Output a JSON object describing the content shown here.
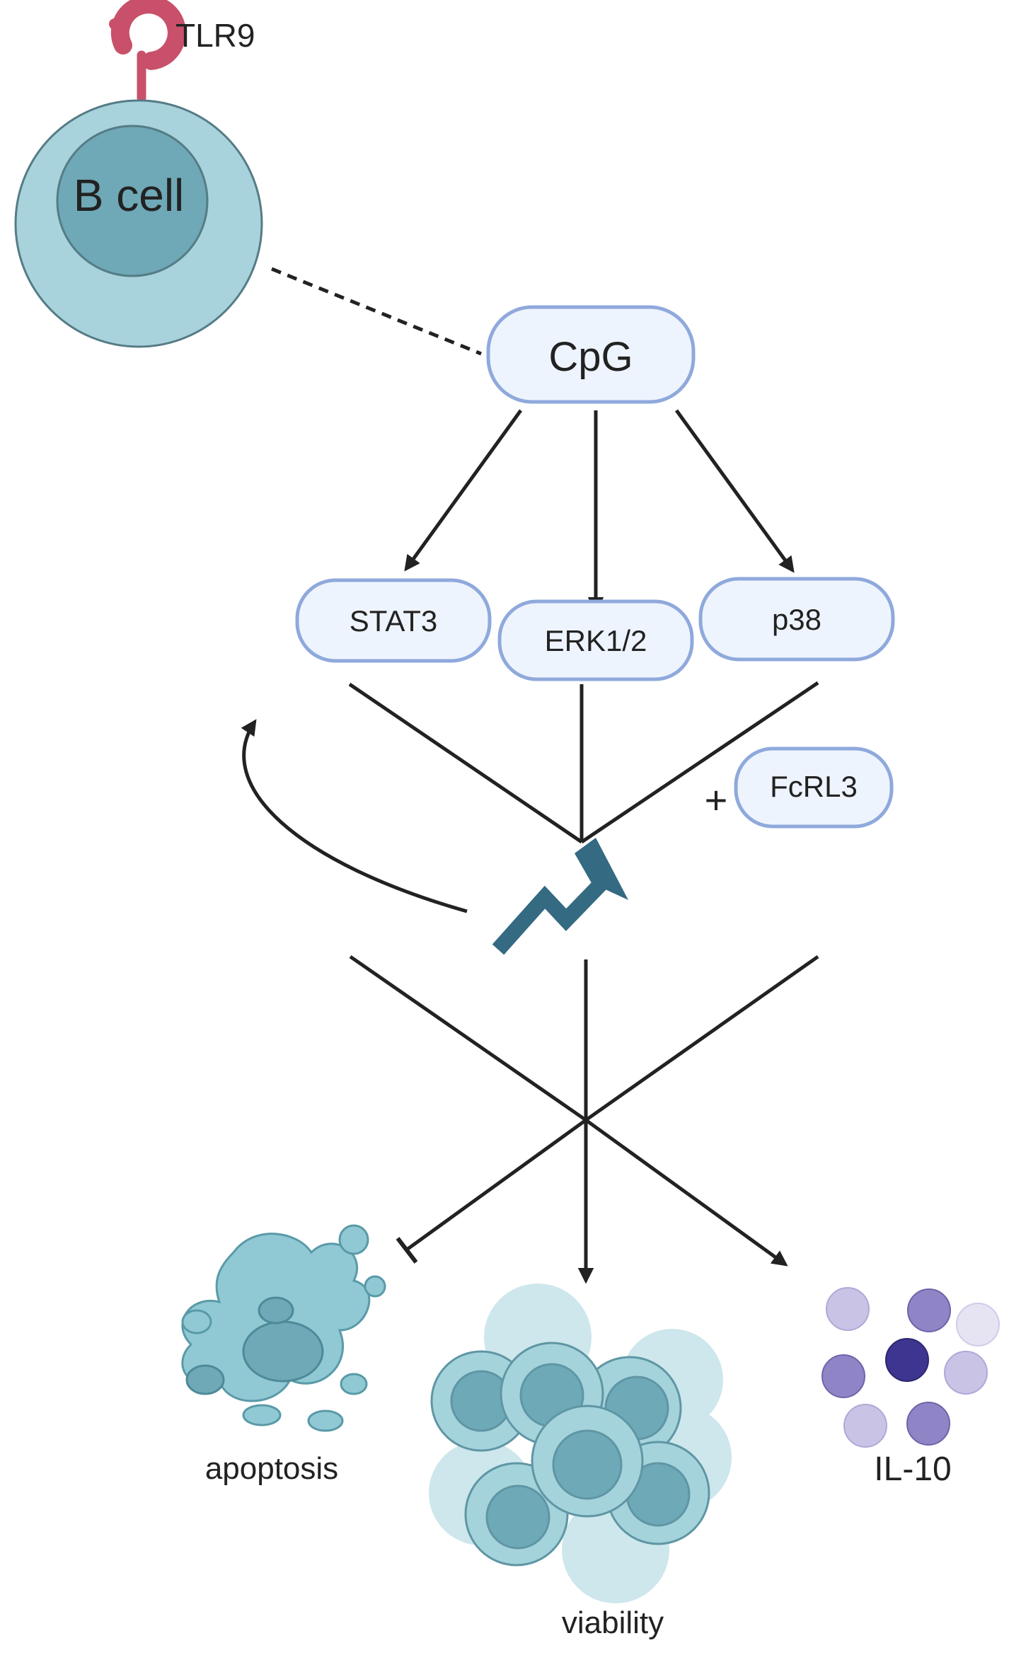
{
  "labels": {
    "receptor": "TLR9",
    "cell": "B cell",
    "stimulus": "CpG",
    "pathway_1": "STAT3",
    "pathway_2": "ERK1/2",
    "pathway_3": "p38",
    "plus_sign": "+",
    "cofactor": "FcRL3",
    "outcome_1": "apoptosis",
    "outcome_2": "viability",
    "outcome_3": "IL-10"
  },
  "colors": {
    "background": "#ffffff",
    "receptor": "#c9506a",
    "cell_outer": "#a9d3dc",
    "cell_inner": "#6fa8b6",
    "cell_stroke": "#557c86",
    "node_fill": "#eef4fd",
    "node_stroke": "#8fa9dc",
    "line": "#222222",
    "trend_arrow": "#346a82",
    "apoptosis": "#90c9d4",
    "viability_outer": "#a5d3dc",
    "viability_inner": "#6ea9b8",
    "il10_light": "#c9c3e6",
    "il10_mid": "#8f84c6",
    "il10_dark": "#3e3590"
  },
  "icons": {
    "receptor": "tlr9-receptor-icon",
    "cell": "b-cell-icon",
    "trend": "upward-trend-icon",
    "apoptosis": "apoptotic-cell-icon",
    "viability": "cell-cluster-icon",
    "il10": "cytokine-particles-icon"
  }
}
